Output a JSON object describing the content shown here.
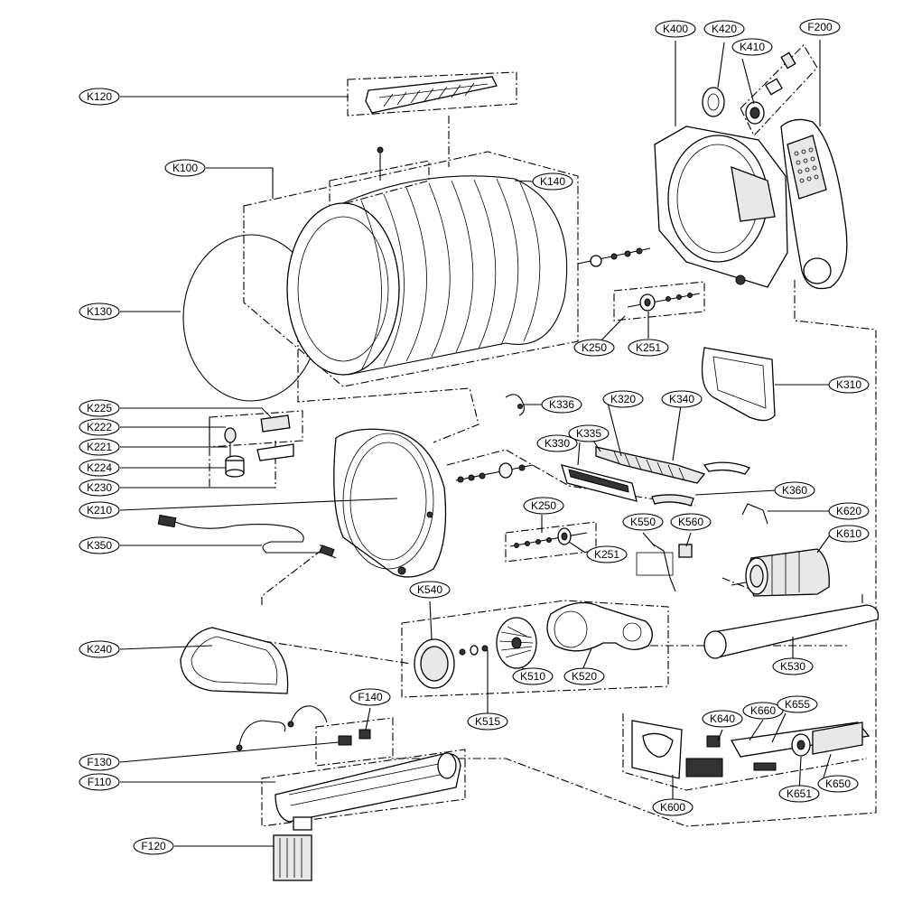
{
  "labels": {
    "K120": "K120",
    "K100": "K100",
    "K130": "K130",
    "K140": "K140",
    "K400": "K400",
    "K420": "K420",
    "K410": "K410",
    "F200": "F200",
    "K250a": "K250",
    "K251a": "K251",
    "K310": "K310",
    "K336": "K336",
    "K320": "K320",
    "K340": "K340",
    "K335": "K335",
    "K330": "K330",
    "K225": "K225",
    "K222": "K222",
    "K221": "K221",
    "K224": "K224",
    "K230": "K230",
    "K210": "K210",
    "K350": "K350",
    "K360": "K360",
    "K250b": "K250",
    "K251b": "K251",
    "K550": "K550",
    "K560": "K560",
    "K620": "K620",
    "K610": "K610",
    "K540": "K540",
    "K240": "K240",
    "K510": "K510",
    "K520": "K520",
    "K530": "K530",
    "K515": "K515",
    "F140": "F140",
    "F130": "F130",
    "F110": "F110",
    "F120": "F120",
    "K640": "K640",
    "K660": "K660",
    "K655": "K655",
    "K600": "K600",
    "K651": "K651",
    "K650": "K650"
  }
}
